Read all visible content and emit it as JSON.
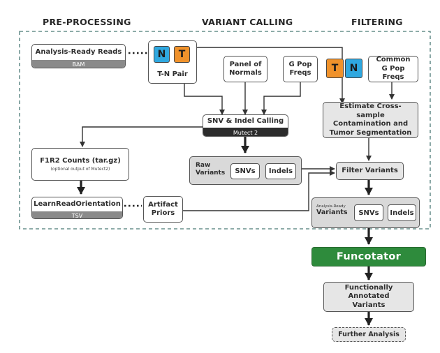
{
  "headers": {
    "preprocessing": "PRE-PROCESSING",
    "variant_calling": "VARIANT CALLING",
    "filtering": "FILTERING"
  },
  "nodes": {
    "analysis_ready_reads": {
      "label": "Analysis-Ready Reads",
      "format": "BAM"
    },
    "tn_pair": {
      "tile_n": "N",
      "tile_t": "T",
      "label": "T-N Pair"
    },
    "panel_of_normals": "Panel of Normals",
    "g_pop_freqs": "G Pop Freqs",
    "tn_tiles_filter": {
      "tile_t": "T",
      "tile_n": "N"
    },
    "common_g_pop_freqs": "Common G Pop Freqs",
    "snv_indel_calling": {
      "label": "SNV & Indel Calling",
      "tool": "Mutect 2"
    },
    "estimate_contamination": "Estimate Cross-sample Contamination and Tumor Segmentation",
    "f1r2_counts": {
      "label": "F1R2 Counts (tar.gz)",
      "note": "(optional output of Mutect2)"
    },
    "raw_variants": {
      "label": "Raw Variants",
      "snvs": "SNVs",
      "indels": "Indels"
    },
    "filter_variants": "Filter Variants",
    "learn_read_orientation": {
      "label": "LearnReadOrientation",
      "format": "TSV"
    },
    "artifact_priors": "Artifact Priors",
    "analysis_ready_variants": {
      "label_small": "Analysis-Ready",
      "label": "Variants",
      "snvs": "SNVs",
      "indels": "Indels"
    },
    "funcotator": "Funcotator",
    "functionally_annotated": "Functionally Annotated Variants",
    "further_analysis": "Further Analysis"
  },
  "colors": {
    "tumor_tile": "#f0922b",
    "normal_tile": "#2fa8e0",
    "funcotator": "#2e8b3c",
    "dark_footer": "#2c2c2c",
    "grey_footer": "#8a8a8a"
  }
}
